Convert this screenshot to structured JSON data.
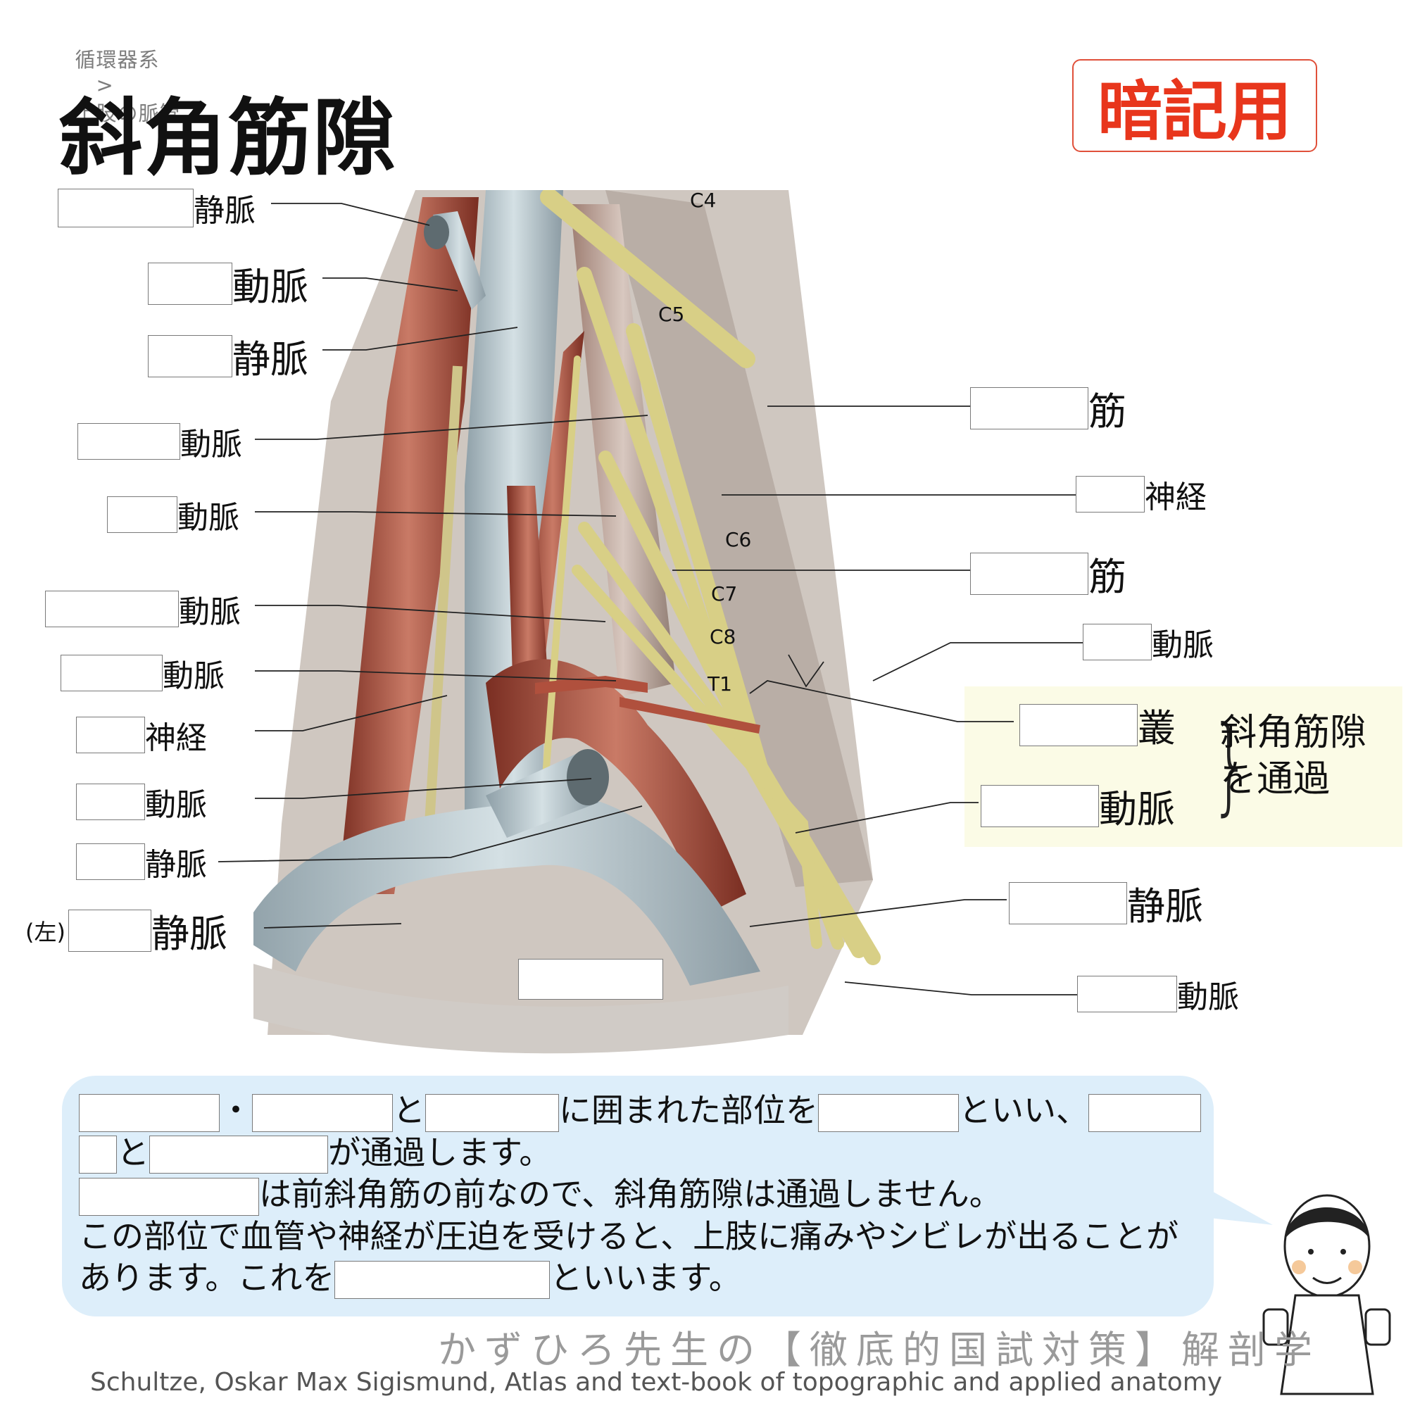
{
  "breadcrumb": {
    "section": "循環器系",
    "separator": ">",
    "page": "上肢の脈管"
  },
  "title": "斜角筋隙",
  "stamp": "暗記用",
  "left_labels": [
    {
      "suffix": "静脈"
    },
    {
      "suffix": "動脈"
    },
    {
      "suffix": "静脈"
    },
    {
      "suffix": "動脈"
    },
    {
      "suffix": "動脈"
    },
    {
      "suffix": "動脈"
    },
    {
      "suffix": "動脈"
    },
    {
      "suffix": "神経"
    },
    {
      "suffix": "動脈"
    },
    {
      "suffix": "静脈"
    },
    {
      "prefix": "(左)",
      "suffix": "静脈"
    }
  ],
  "right_labels": [
    {
      "suffix": "筋"
    },
    {
      "suffix": "神経"
    },
    {
      "suffix": "筋"
    },
    {
      "suffix": "動脈"
    },
    {
      "suffix": "叢"
    },
    {
      "suffix": "動脈"
    },
    {
      "suffix": "静脈"
    },
    {
      "suffix": "動脈"
    }
  ],
  "nerve_labels": [
    "C4",
    "C5",
    "C6",
    "C7",
    "C8",
    "T1"
  ],
  "passage_note": [
    "斜角筋隙",
    "を通過"
  ],
  "brace": "}",
  "paragraph": {
    "dot": "・",
    "to1": "と",
    "text1": "に囲まれた部位を",
    "text2": "といい、",
    "to2": "と",
    "text3": "が通過します。",
    "text4": "は前斜角筋の前なので、斜角筋隙は通過しません。",
    "text5": "この部位で血管や神経が圧迫を受けると、上肢に痛みやシビレが出ることがあります。これを",
    "text6": "といいます。"
  },
  "brand": "かずひろ先生の【徹底的国試対策】解剖学",
  "credit": "Schultze, Oskar Max Sigismund, Atlas and text-book of topographic and applied anatomy",
  "colors": {
    "stamp": "#e8361c",
    "bubble": "#ddeefa",
    "highlight": "#fbfbe6",
    "vein": "#b7c6cc",
    "artery": "#b0503d",
    "nerve": "#d6cf8a"
  }
}
